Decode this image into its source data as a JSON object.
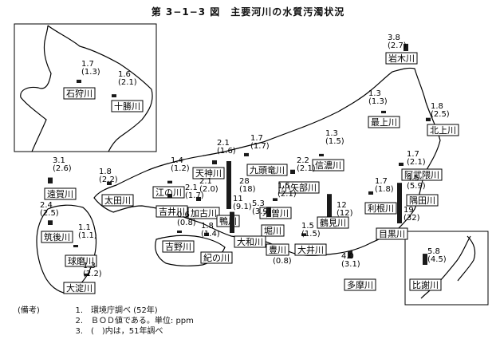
{
  "title": "第 3−1−3 図　主要河川の水質汚濁状況",
  "rivers": [
    {
      "name": "岩木川",
      "value": "3.8",
      "prev": "(2.7)",
      "v": 3.8
    },
    {
      "name": "石狩川",
      "value": "1.7",
      "prev": "(1.3)",
      "v": 1.7
    },
    {
      "name": "十勝川",
      "value": "1.6",
      "prev": "(2.1)",
      "v": 1.6
    },
    {
      "name": "最上川",
      "value": "1.3",
      "prev": "(1.3)",
      "v": 1.3
    },
    {
      "name": "北上川",
      "value": "1.8",
      "prev": "(2.5)",
      "v": 1.8
    },
    {
      "name": "信濃川",
      "value": "1.3",
      "prev": "(1.5)",
      "v": 1.3
    },
    {
      "name": "阿武隈川",
      "value": "1.7",
      "prev": "(2.1)",
      "v": 1.7
    },
    {
      "name": "隅田川",
      "value": "4.5",
      "prev": "(5.9)",
      "v": 4.5
    },
    {
      "name": "利根川",
      "value": "1.7",
      "prev": "(1.8)",
      "v": 1.7
    },
    {
      "name": "目黒川",
      "value": "19",
      "prev": "(32)",
      "v": 19
    },
    {
      "name": "鶴見川",
      "value": "12",
      "prev": "(12)",
      "v": 12
    },
    {
      "name": "多摩川",
      "value": "4.0",
      "prev": "(3.1)",
      "v": 4.0
    },
    {
      "name": "比謝川",
      "value": "5.8",
      "prev": "(4.5)",
      "v": 5.8
    },
    {
      "name": "九頭竜川",
      "value": "1.7",
      "prev": "(1.7)",
      "v": 1.7
    },
    {
      "name": "小矢部川",
      "value": "2.2",
      "prev": "(2.1)",
      "v": 2.2
    },
    {
      "name": "木曽川",
      "value": "1.5",
      "prev": "(2.1)",
      "v": 1.5
    },
    {
      "name": "大井川",
      "value": "1.5",
      "prev": "(1.5)",
      "v": 1.5
    },
    {
      "name": "豊川",
      "value": "0.7",
      "prev": "(0.8)",
      "v": 0.7
    },
    {
      "name": "堀川",
      "value": "5.3",
      "prev": "(3.9)",
      "v": 5.3
    },
    {
      "name": "天神川",
      "value": "2.1",
      "prev": "(1.6)",
      "v": 2.1
    },
    {
      "name": "江の川",
      "value": "1.4",
      "prev": "(1.2)",
      "v": 1.4
    },
    {
      "name": "吉井川",
      "value": "2.1",
      "prev": "(1.7)",
      "v": 2.1
    },
    {
      "name": "加古川",
      "value": "2.1",
      "prev": "(2.0)",
      "v": 2.1
    },
    {
      "name": "鴨川",
      "value": "28",
      "prev": "(18)",
      "v": 28
    },
    {
      "name": "大和川",
      "value": "11",
      "prev": "(9.1)",
      "v": 11
    },
    {
      "name": "紀の川",
      "value": "1.8",
      "prev": "(1.4)",
      "v": 1.8
    },
    {
      "name": "吉野川",
      "value": "0.6",
      "prev": "(0.8)",
      "v": 0.6
    },
    {
      "name": "太田川",
      "value": "1.8",
      "prev": "(2.2)",
      "v": 1.8
    },
    {
      "name": "遠賀川",
      "value": "3.1",
      "prev": "(2.6)",
      "v": 3.1
    },
    {
      "name": "筑後川",
      "value": "2.4",
      "prev": "(2.5)",
      "v": 2.4
    },
    {
      "name": "球磨川",
      "value": "1.1",
      "prev": "(1.1)",
      "v": 1.1
    },
    {
      "name": "大淀川",
      "value": "1.3",
      "prev": "(2.2)",
      "v": 1.3
    }
  ],
  "notes": {
    "label": "(備考)",
    "items": [
      {
        "num": "1.",
        "text": "環境庁調べ (52年)"
      },
      {
        "num": "2.",
        "text": "ＢＯＤ値である。単位: ppm"
      },
      {
        "num": "3.",
        "text": "(　)内は，51年調べ"
      }
    ]
  }
}
